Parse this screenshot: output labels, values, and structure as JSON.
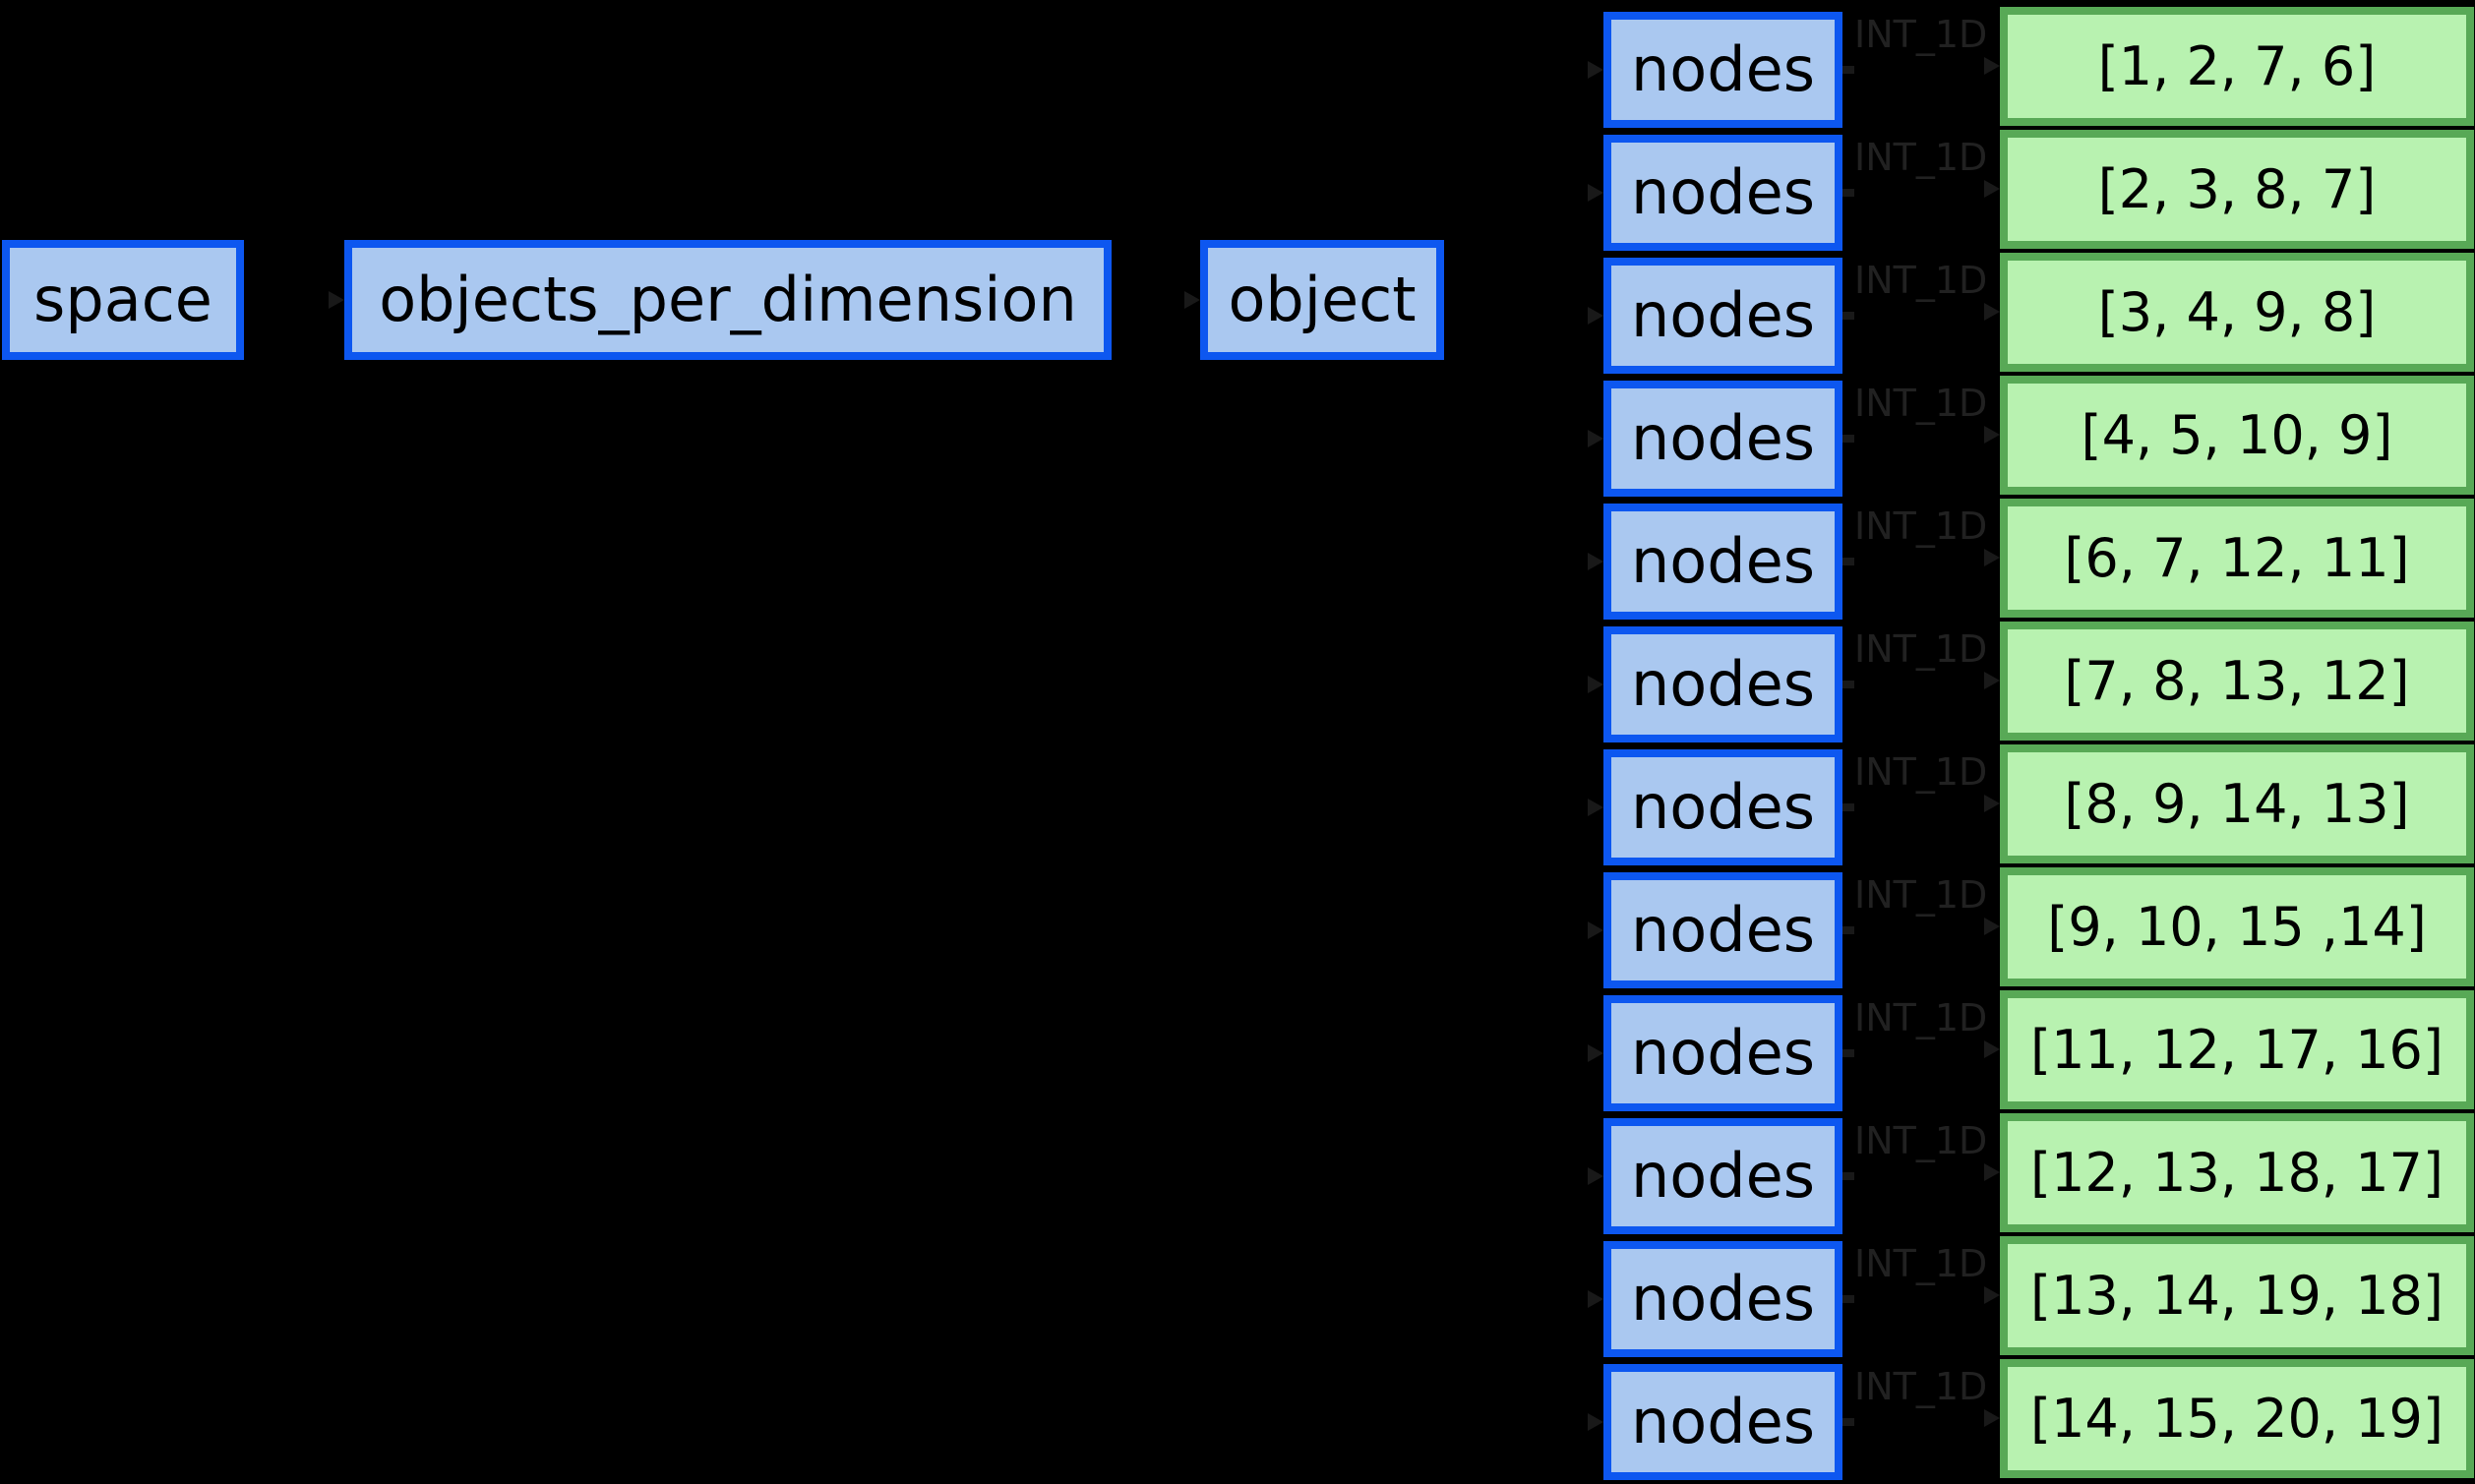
{
  "diagram": {
    "background": "#000000",
    "colors": {
      "background": "#000000",
      "blue_fill": "#aac8f0",
      "blue_border": "#0d57f0",
      "green_fill": "#b8f2b0",
      "green_border": "#58a956",
      "edge_label_color": "#212121",
      "text_color": "#000000"
    },
    "top_nodes": [
      {
        "id": "space",
        "label": "space"
      },
      {
        "id": "objects_per_dimension",
        "label": "objects_per_dimension"
      },
      {
        "id": "object",
        "label": "object"
      }
    ],
    "rows": [
      {
        "node_label": "nodes",
        "edge_label": "INT_1D",
        "value": "[1, 2, 7, 6]"
      },
      {
        "node_label": "nodes",
        "edge_label": "INT_1D",
        "value": "[2, 3, 8, 7]"
      },
      {
        "node_label": "nodes",
        "edge_label": "INT_1D",
        "value": "[3, 4, 9, 8]"
      },
      {
        "node_label": "nodes",
        "edge_label": "INT_1D",
        "value": "[4, 5, 10, 9]"
      },
      {
        "node_label": "nodes",
        "edge_label": "INT_1D",
        "value": "[6, 7, 12, 11]"
      },
      {
        "node_label": "nodes",
        "edge_label": "INT_1D",
        "value": "[7, 8, 13, 12]"
      },
      {
        "node_label": "nodes",
        "edge_label": "INT_1D",
        "value": "[8, 9, 14, 13]"
      },
      {
        "node_label": "nodes",
        "edge_label": "INT_1D",
        "value": "[9, 10, 15 ,14]"
      },
      {
        "node_label": "nodes",
        "edge_label": "INT_1D",
        "value": "[11, 12, 17, 16]"
      },
      {
        "node_label": "nodes",
        "edge_label": "INT_1D",
        "value": "[12, 13, 18, 17]"
      },
      {
        "node_label": "nodes",
        "edge_label": "INT_1D",
        "value": "[13, 14, 19, 18]"
      },
      {
        "node_label": "nodes",
        "edge_label": "INT_1D",
        "value": "[14, 15, 20, 19]"
      }
    ]
  }
}
